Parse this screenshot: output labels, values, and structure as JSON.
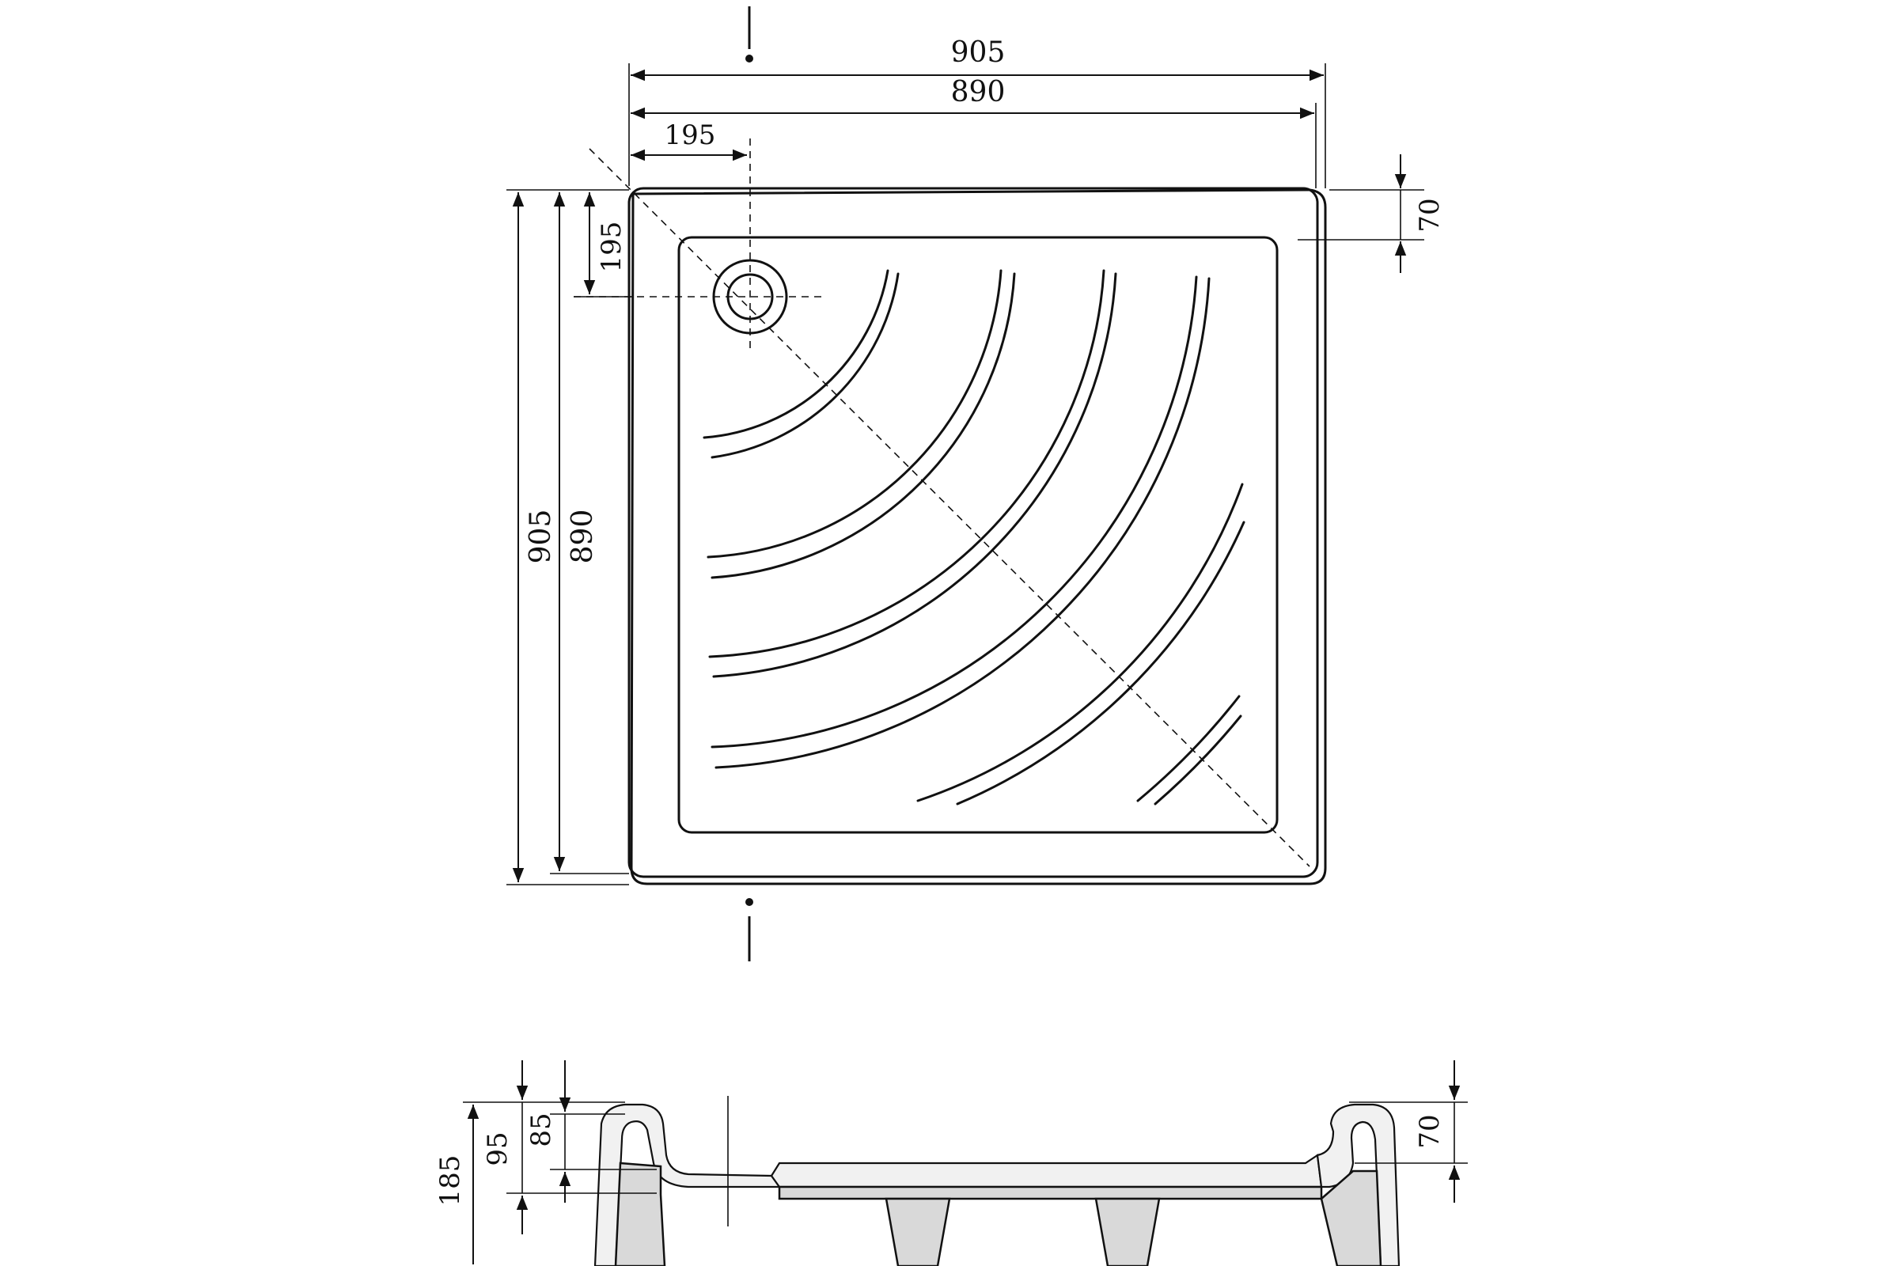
{
  "plan_view": {
    "top_outer_width": "905",
    "top_inner_width": "890",
    "top_drain_offset": "195",
    "left_outer_height": "905",
    "left_inner_height": "890",
    "left_drain_offset": "195",
    "right_rim": "70",
    "section_mark_top": "I",
    "section_mark_bottom": "I"
  },
  "section_view": {
    "total_height": "185",
    "height_95": "95",
    "height_85": "85",
    "rim_right": "70"
  }
}
